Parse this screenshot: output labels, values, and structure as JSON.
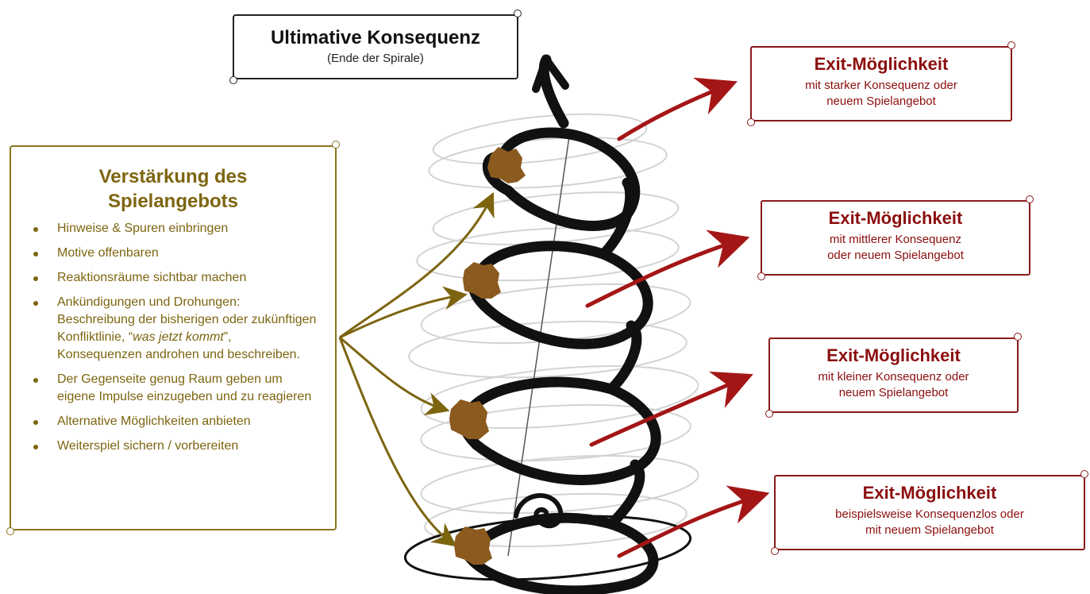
{
  "ultimate": {
    "title": "Ultimative Konsequenz",
    "subtitle": "(Ende der Spirale)"
  },
  "reinforcement": {
    "title": "Verstärkung des Spielangebots",
    "items": [
      "Hinweise & Spuren einbringen",
      "Motive offenbaren",
      "Reaktionsräume sichtbar machen",
      "Ankündigungen und Drohungen: Beschreibung der bisherigen oder zukünftigen Konfliktlinie, “",
      "was jetzt kommt",
      "”, Konsequenzen androhen und beschreiben.",
      "Der Gegenseite genug Raum geben um eigene Impulse einzugeben und zu reagieren",
      "Alternative Möglichkeiten anbieten",
      "Weiterspiel sichern / vorbereiten"
    ]
  },
  "exits": [
    {
      "title": "Exit-Möglichkeit",
      "desc_line1": "mit starker Konsequenz oder",
      "desc_line2": "neuem Spielangebot"
    },
    {
      "title": "Exit-Möglichkeit",
      "desc_line1": "mit mittlerer Konsequenz",
      "desc_line2": "oder neuem Spielangebot"
    },
    {
      "title": "Exit-Möglichkeit",
      "desc_line1": "mit kleiner Konsequenz oder",
      "desc_line2": "neuem Spielangebot"
    },
    {
      "title": "Exit-Möglichkeit",
      "desc_line1": "beispielsweise Konsequenzlos oder",
      "desc_line2": "mit neuem Spielangebot"
    }
  ],
  "colors": {
    "reinforcement": "#7d6510",
    "exit": "#8b0e0e",
    "node": "#8b5a1e",
    "spiral": "#111111"
  }
}
